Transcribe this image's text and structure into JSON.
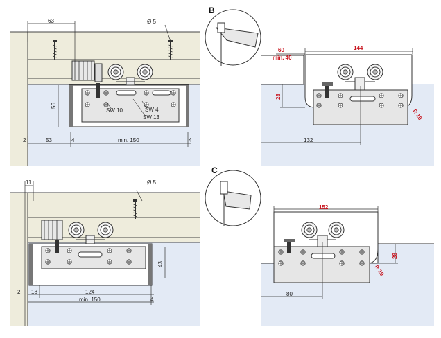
{
  "panel_top_left": {
    "dims": {
      "d63": "63",
      "d56": "56",
      "d53": "53",
      "d150": "min. 150",
      "d2": "2",
      "d4a": "4",
      "d4b": "4"
    },
    "callouts": {
      "dia5": "Ø 5",
      "sw10": "SW 10",
      "sw4": "SW 4",
      "sw13": "SW 13"
    }
  },
  "panel_top_right": {
    "section_label": "B",
    "dims": {
      "d60": "60",
      "min40": "min. 40",
      "d144": "144",
      "d28": "28",
      "r10": "R 10",
      "d132": "132"
    }
  },
  "panel_bottom_left": {
    "dims": {
      "d11": "11",
      "d43": "43",
      "d2": "2",
      "d18": "18",
      "d124": "124",
      "d150": "min. 150",
      "d4": "4"
    },
    "callouts": {
      "dia5": "Ø 5"
    }
  },
  "panel_bottom_right": {
    "section_label": "C",
    "dims": {
      "d152": "152",
      "d28": "28",
      "r10": "R 10",
      "d80": "80"
    }
  },
  "colors": {
    "accent_red": "#c8141e",
    "wall_blue": "#e3eaf5",
    "track_beige": "#eeecdc",
    "line": "#333333"
  }
}
